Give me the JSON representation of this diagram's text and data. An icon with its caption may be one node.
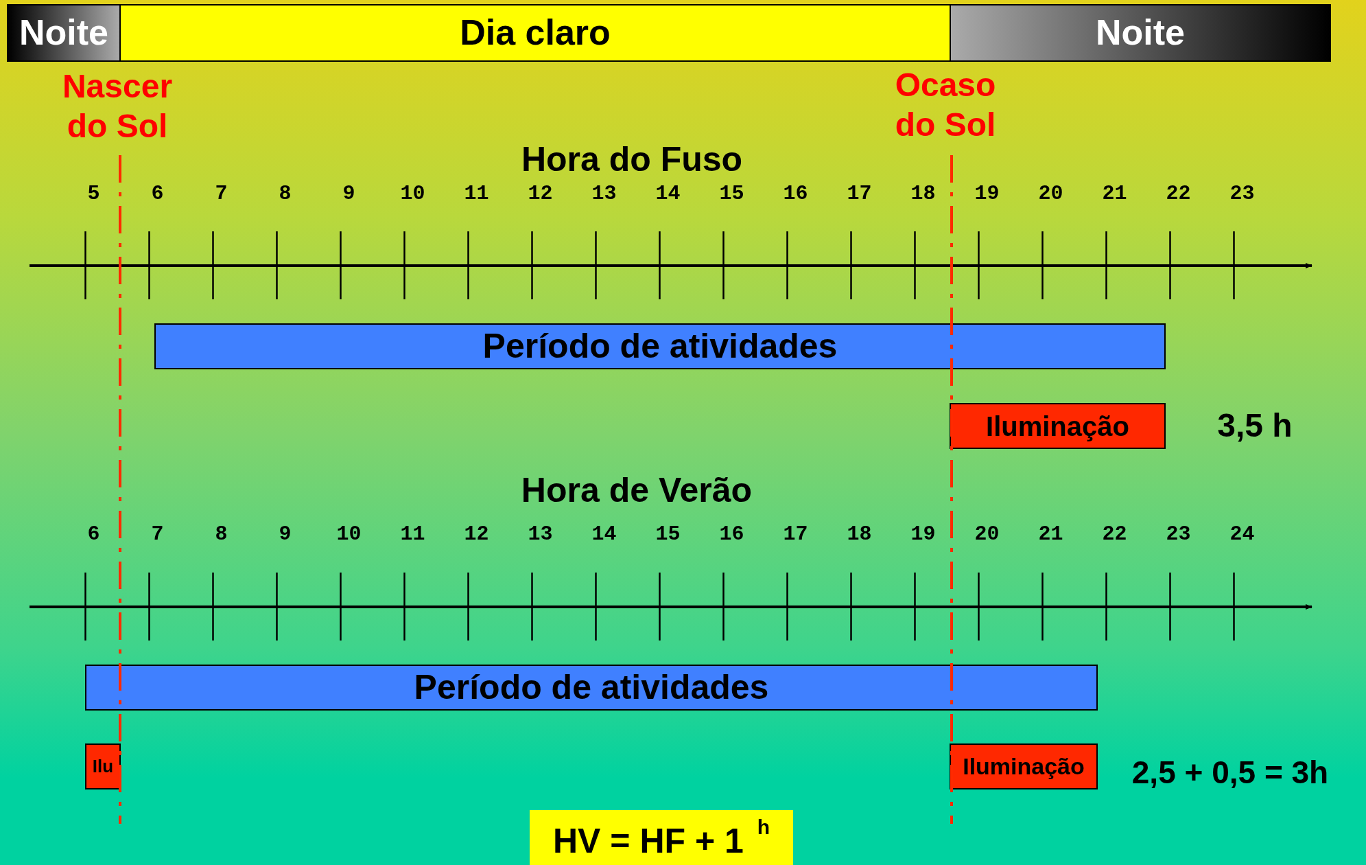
{
  "diagram": {
    "nodes": [
      {
        "text": [
          "Noite"
        ]
      },
      {
        "text": [
          "Dia claro"
        ]
      },
      {
        "text": [
          "Noite"
        ]
      },
      {
        "text": [
          "Período de atividades"
        ]
      },
      {
        "text": [
          "Iluminação"
        ],
        "beside": [
          "3,5 h"
        ]
      },
      {
        "text": [
          "Período de atividades"
        ]
      },
      {
        "text": [
          "Ilu"
        ]
      },
      {
        "text": [
          "Iluminação"
        ],
        "beside": [
          "2,5 + 0,5 = 3h"
        ]
      },
      {
        "text": [
          "HV = HF + 1 $^{h}$"
        ]
      }
    ],
    "labels": [
      "Nascer do Sol",
      "Ocaso do Sol",
      "Hora do Fuso",
      "5",
      "6",
      "7",
      "8",
      "9",
      "10",
      "11",
      "12",
      "13",
      "14",
      "15",
      "16",
      "17",
      "18",
      "19",
      "20",
      "21",
      "22",
      "23",
      "Hora de Verão",
      "6",
      "7",
      "8",
      "9",
      "10",
      "11",
      "12",
      "13",
      "14",
      "15",
      "16",
      "17",
      "18",
      "19",
      "20",
      "21",
      "22",
      "23",
      "24"
    ]
  }
}
